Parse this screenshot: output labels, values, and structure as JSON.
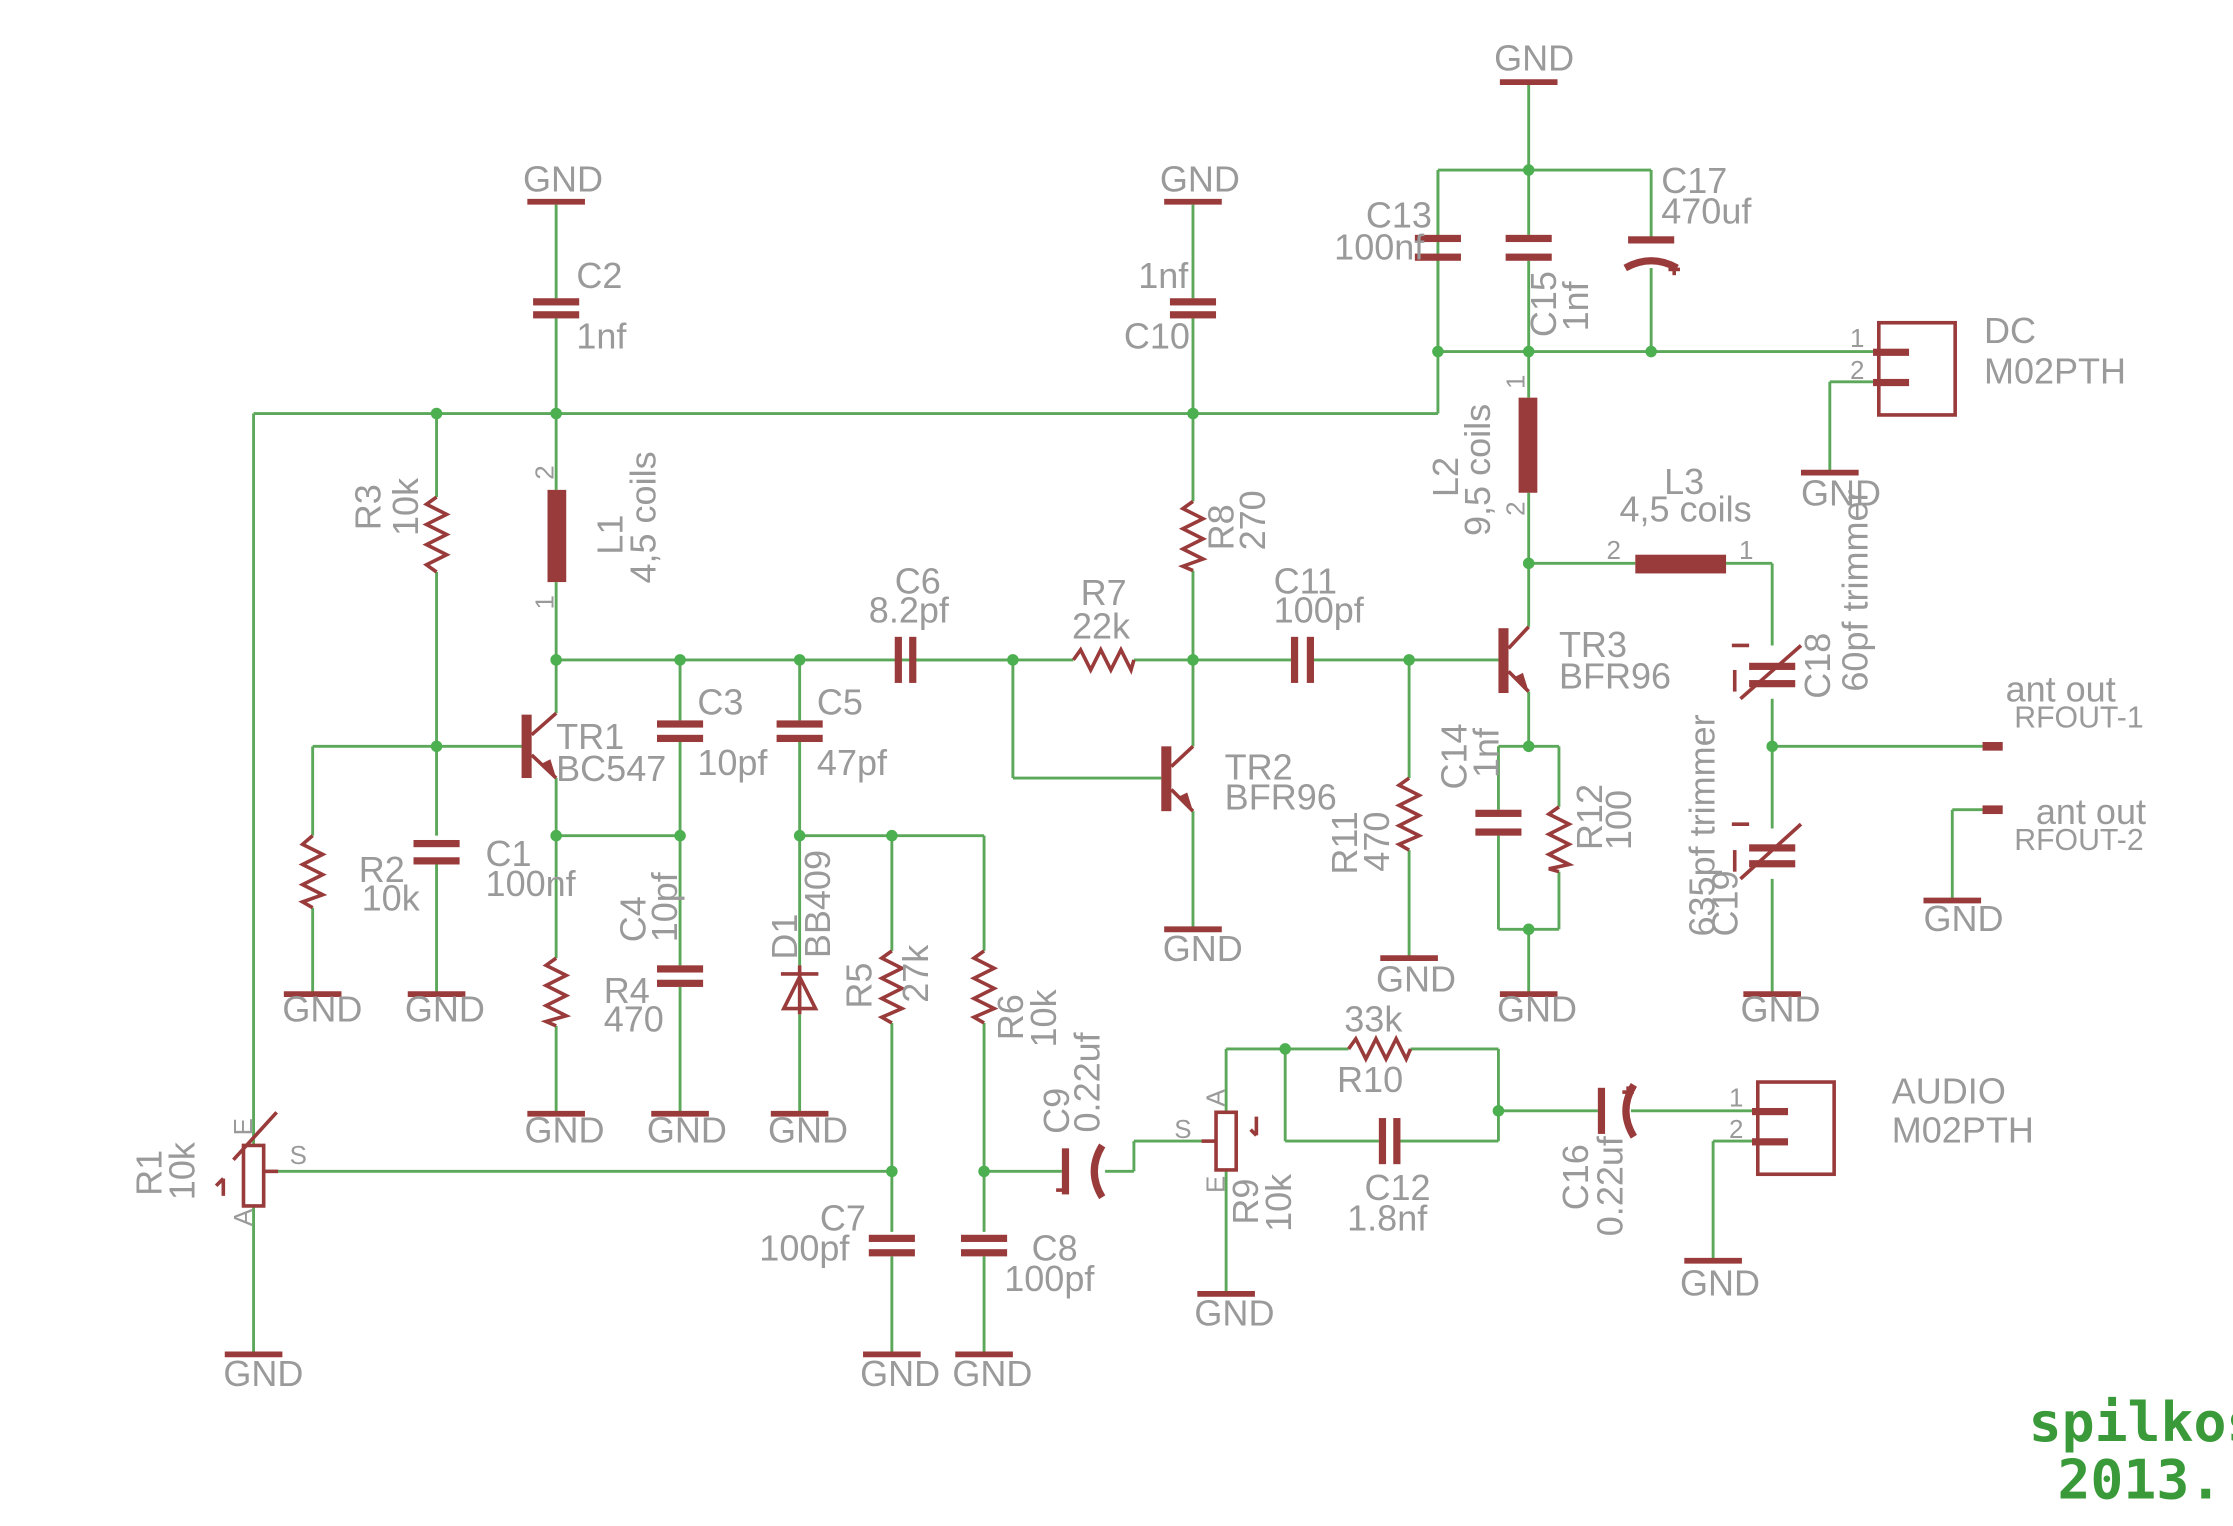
{
  "schematic": {
    "gnd": "GND",
    "pin_1": "1",
    "pin_2": "2",
    "pin_s": "S",
    "pin_a": "A",
    "pin_e": "E",
    "parts": {
      "c2": {
        "name": "C2",
        "value": "1nf"
      },
      "c10": {
        "name": "C10",
        "value": "1nf"
      },
      "c13": {
        "name": "C13",
        "value": "100nf"
      },
      "c15": {
        "name": "C15",
        "value": "1nf"
      },
      "c17": {
        "name": "C17",
        "value": "470uf"
      },
      "l1": {
        "name": "L1",
        "value": "4,5 coils"
      },
      "l2": {
        "name": "L2",
        "value": "9,5 coils"
      },
      "l3": {
        "name": "L3",
        "value": "4,5 coils"
      },
      "r3": {
        "name": "R3",
        "value": "10k"
      },
      "r2": {
        "name": "R2",
        "value": "10k"
      },
      "r8": {
        "name": "R8",
        "value": "270"
      },
      "r7": {
        "name": "R7",
        "value": "22k"
      },
      "r4": {
        "name": "R4",
        "value": "470"
      },
      "r5": {
        "name": "R5",
        "value": "27k"
      },
      "r6": {
        "name": "R6",
        "value": "10k"
      },
      "r11": {
        "name": "R11",
        "value": "470"
      },
      "r12": {
        "name": "R12",
        "value": "100"
      },
      "r10": {
        "name": "R10",
        "value": "33k"
      },
      "r1": {
        "name": "R1",
        "value": "10k"
      },
      "r9": {
        "name": "R9",
        "value": "10k"
      },
      "c6": {
        "name": "C6",
        "value": "8.2pf"
      },
      "c11": {
        "name": "C11",
        "value": "100pf"
      },
      "c3": {
        "name": "C3",
        "value": "10pf"
      },
      "c5": {
        "name": "C5",
        "value": "47pf"
      },
      "c1": {
        "name": "C1",
        "value": "100nf"
      },
      "c4": {
        "name": "C4",
        "value": "10pf"
      },
      "c14": {
        "name": "C14",
        "value": "1nf"
      },
      "c18": {
        "name": "C18",
        "value": "60pf trimmer"
      },
      "c19": {
        "name": "C19",
        "value": "635pf trimmer"
      },
      "c7": {
        "name": "C7",
        "value": "100pf"
      },
      "c8": {
        "name": "C8",
        "value": "100pf"
      },
      "c9": {
        "name": "C9",
        "value": "0.22uf"
      },
      "c12": {
        "name": "C12",
        "value": "1.8nf"
      },
      "c16": {
        "name": "C16",
        "value": "0.22uf"
      },
      "d1": {
        "name": "D1",
        "value": "BB409"
      },
      "tr1": {
        "name": "TR1",
        "value": "BC547"
      },
      "tr2": {
        "name": "TR2",
        "value": "BFR96"
      },
      "tr3": {
        "name": "TR3",
        "value": "BFR96"
      },
      "dc": {
        "name": "DC",
        "value": "M02PTH"
      },
      "audio": {
        "name": "AUDIO",
        "value": "M02PTH"
      }
    },
    "antenna": {
      "out1_label": "ant out",
      "out1_name": "RFOUT-1",
      "out2_label": "ant out",
      "out2_name": "RFOUT-2"
    },
    "signature": {
      "line1": "spilkos.",
      "line2": "2013."
    }
  },
  "colors": {
    "wire": "#5ba85a",
    "component": "#9a3b3b",
    "label": "#9a9a9a",
    "signature": "#3a9a3a"
  }
}
